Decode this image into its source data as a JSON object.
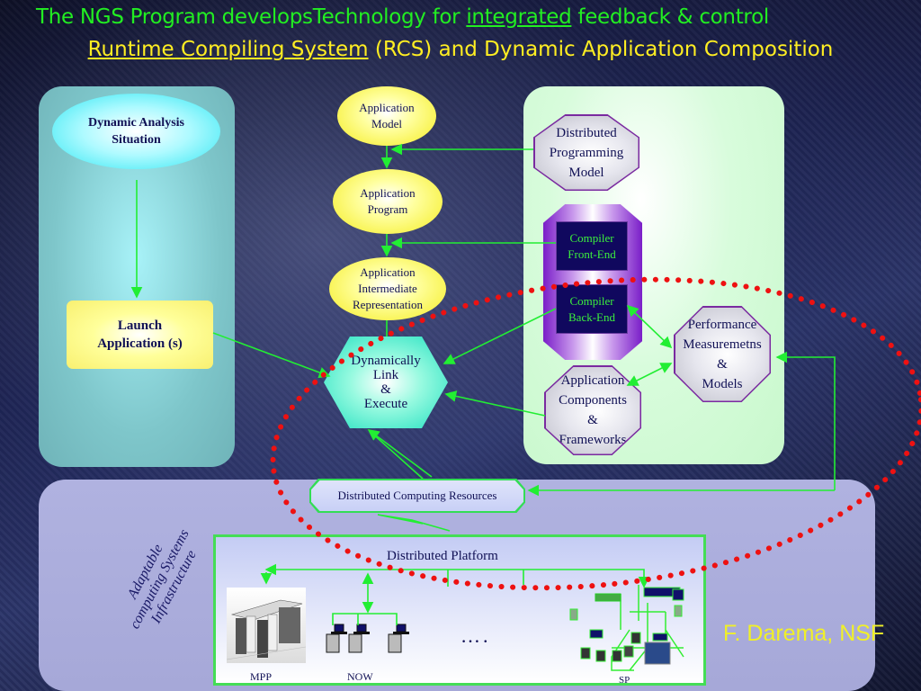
{
  "title": {
    "line1_prefix": "The NGS Program developsTechnology for ",
    "line1_underlined": "integrated",
    "line1_suffix": " feedback & control",
    "line2_underlined": "Runtime Compiling System",
    "line2_suffix": " (RCS) and Dynamic Application Composition"
  },
  "left_panel": {
    "analysis": [
      "Dynamic Analysis",
      "Situation"
    ],
    "launch": [
      "Launch",
      "Application (s)"
    ]
  },
  "center_flow": {
    "app_model": [
      "Application",
      "Model"
    ],
    "app_program": [
      "Application",
      "Program"
    ],
    "app_ir": [
      "Application",
      "Intermediate",
      "Representation"
    ],
    "link_execute": [
      "Dynamically",
      "Link",
      "&",
      "Execute"
    ]
  },
  "right_panel": {
    "dist_prog_model": [
      "Distributed",
      "Programming",
      "Model"
    ],
    "compiler_front": [
      "Compiler",
      "Front-End"
    ],
    "compiler_back": [
      "Compiler",
      "Back-End"
    ],
    "performance": [
      "Performance",
      "Measuremetns",
      "&",
      "Models"
    ],
    "app_components": [
      "Application",
      "Components",
      "&",
      "Frameworks"
    ]
  },
  "bottom": {
    "dist_resources": "Distributed Computing Resources",
    "platform_label": "Distributed Platform",
    "adaptable": [
      "Adaptable",
      "computing Systems",
      "Infrastructure"
    ],
    "platforms": {
      "mpp": "MPP",
      "now": "NOW",
      "sp": "SP"
    },
    "ellipsis": "…."
  },
  "credit": "F. Darema, NSF",
  "colors": {
    "title_green": "#22ee22",
    "title_yellow": "#ffee22",
    "arrow_green": "#22ee33",
    "feedback_loop_red": "#ee1111",
    "credit_yellow": "#f0f028"
  }
}
